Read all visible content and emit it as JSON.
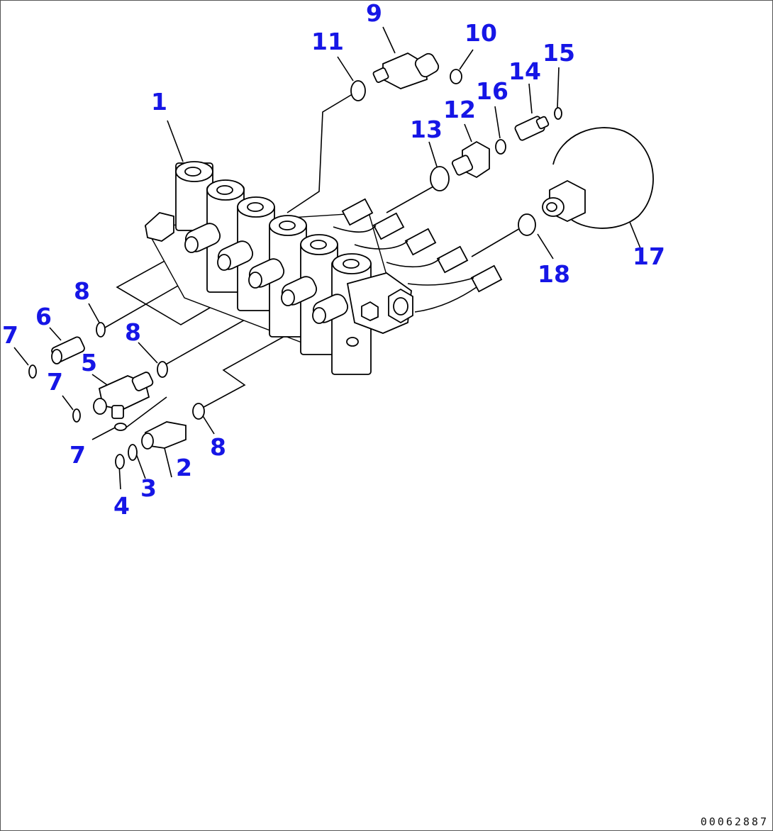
{
  "diagram": {
    "callouts": [
      {
        "id": "c1",
        "label": "1"
      },
      {
        "id": "c2",
        "label": "2"
      },
      {
        "id": "c3",
        "label": "3"
      },
      {
        "id": "c4",
        "label": "4"
      },
      {
        "id": "c5",
        "label": "5"
      },
      {
        "id": "c6",
        "label": "6"
      },
      {
        "id": "c7a",
        "label": "7"
      },
      {
        "id": "c7b",
        "label": "7"
      },
      {
        "id": "c7c",
        "label": "7"
      },
      {
        "id": "c8a",
        "label": "8"
      },
      {
        "id": "c8b",
        "label": "8"
      },
      {
        "id": "c8c",
        "label": "8"
      },
      {
        "id": "c9",
        "label": "9"
      },
      {
        "id": "c10",
        "label": "10"
      },
      {
        "id": "c11",
        "label": "11"
      },
      {
        "id": "c12",
        "label": "12"
      },
      {
        "id": "c13",
        "label": "13"
      },
      {
        "id": "c14",
        "label": "14"
      },
      {
        "id": "c15",
        "label": "15"
      },
      {
        "id": "c16",
        "label": "16"
      },
      {
        "id": "c17",
        "label": "17"
      },
      {
        "id": "c18",
        "label": "18"
      }
    ],
    "callout_color": "#1616e6",
    "document_number": "00062887"
  }
}
